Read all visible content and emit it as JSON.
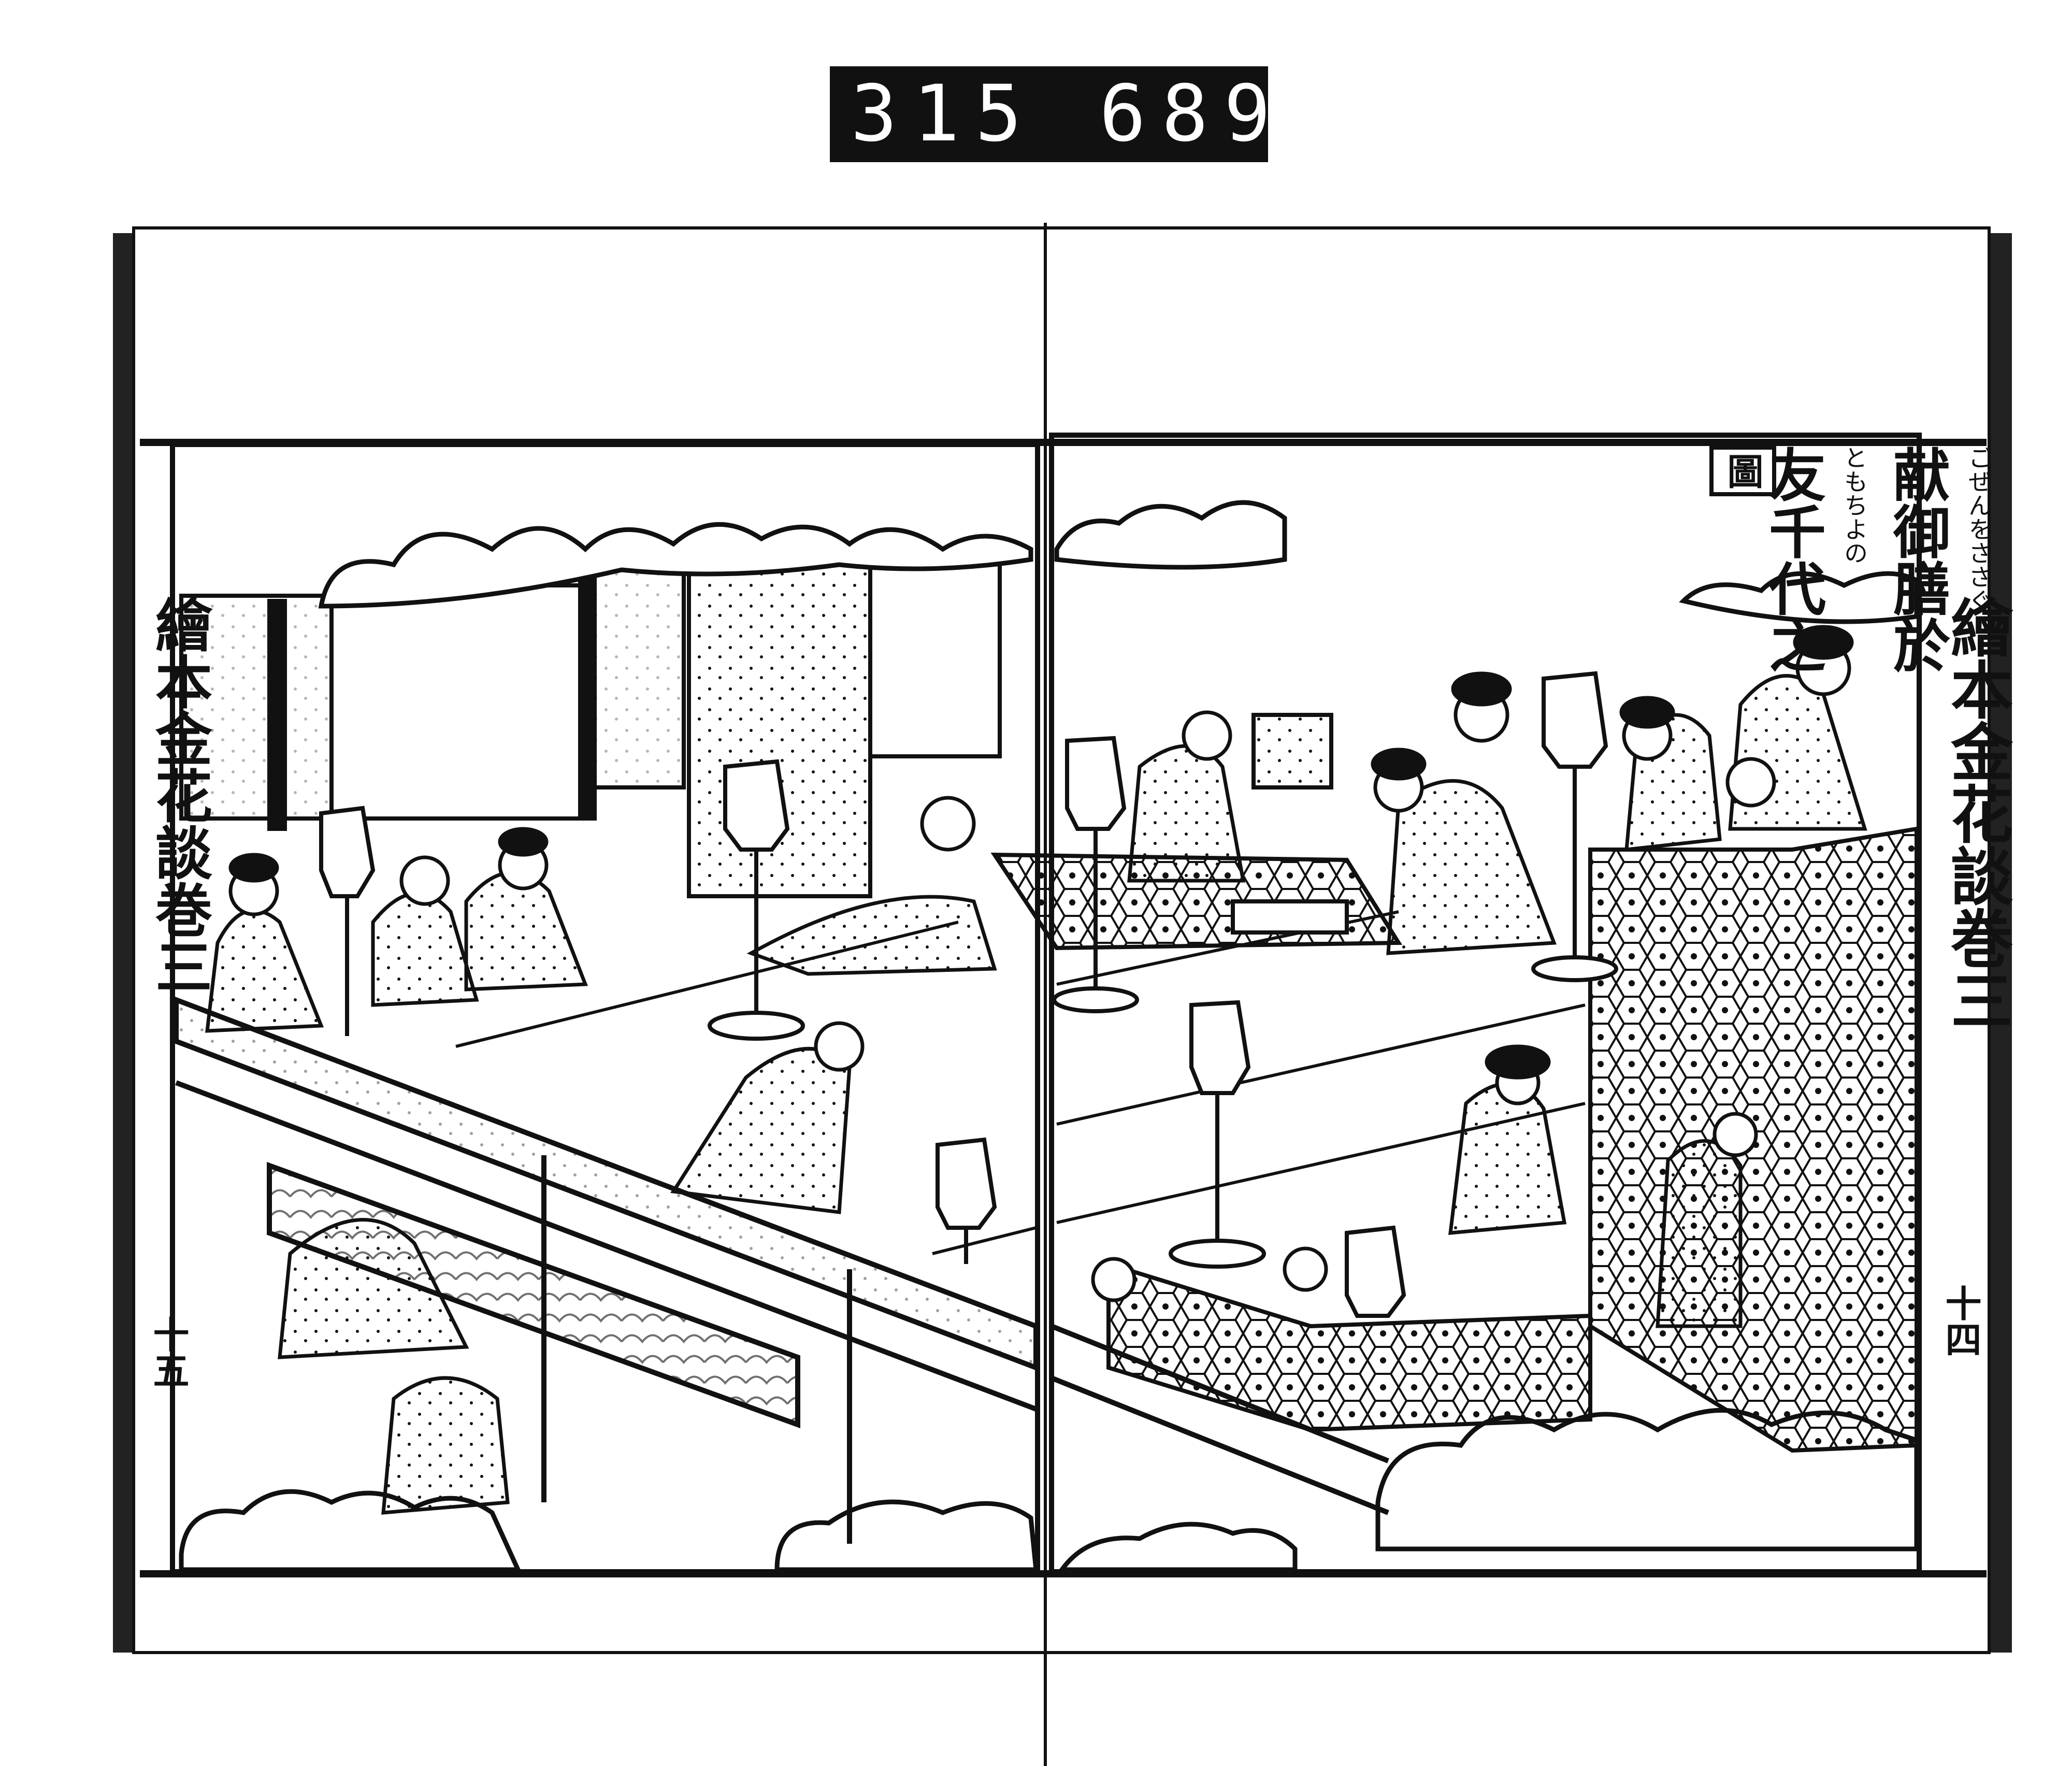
{
  "archive_label": {
    "left_number": "315",
    "right_number": "689."
  },
  "caption": {
    "line1": "献御膳於",
    "line1_ruby": "ごぜんをささぐ",
    "line2": "友千代之",
    "line2_ruby": "ともちよの",
    "line3": "圖"
  },
  "right_margin_title": "繪本金花談巻三",
  "left_margin_title": "繪本金花談巻三",
  "right_page_number": "十四",
  "left_page_number": "十五",
  "colors": {
    "ink": "#111111",
    "paper": "#ffffff"
  }
}
